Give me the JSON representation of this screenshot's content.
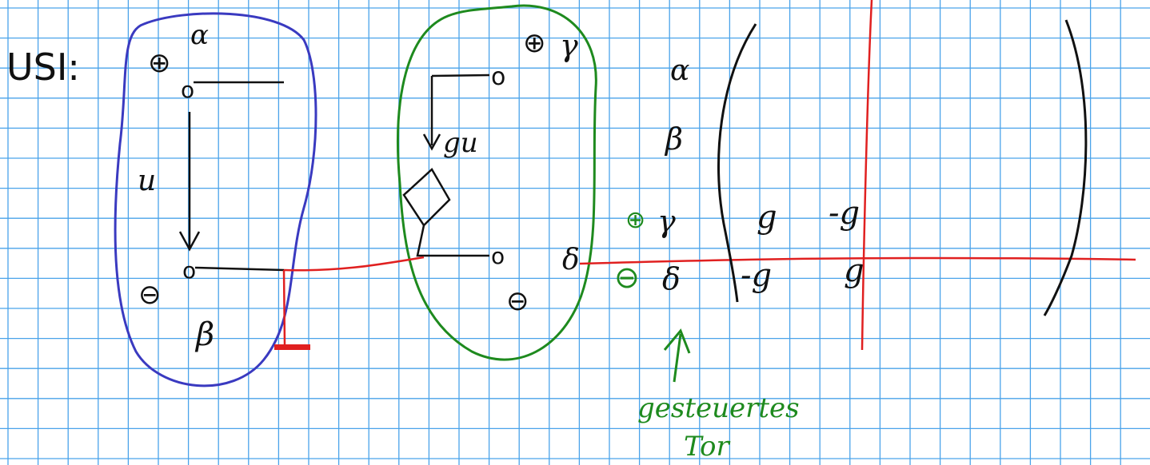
{
  "colors": {
    "paper": "#ffffff",
    "grid": "#4aa3ea",
    "ink": "#111111",
    "blue": "#3a3ac0",
    "green": "#1e8a1e",
    "red": "#e02020"
  },
  "heading": "USI:",
  "left_blob": {
    "plus": "⊕",
    "minus": "⊖",
    "alpha": "α",
    "beta": "β",
    "u": "u",
    "node_top": "o",
    "node_bottom": "o"
  },
  "right_blob": {
    "plus": "⊕",
    "minus": "⊖",
    "gamma": "γ",
    "delta": "δ",
    "gu": "gu",
    "node_top": "o",
    "node_bottom": "o"
  },
  "matrix": {
    "rows": [
      "α",
      "β",
      "γ",
      "δ"
    ],
    "row_markers": [
      "",
      "",
      "⊕",
      "⊖"
    ],
    "cells": [
      [
        "g",
        "-g"
      ],
      [
        "-g",
        "g"
      ]
    ]
  },
  "annotation": {
    "line1": "gesteuertes",
    "line2": "Tor"
  }
}
